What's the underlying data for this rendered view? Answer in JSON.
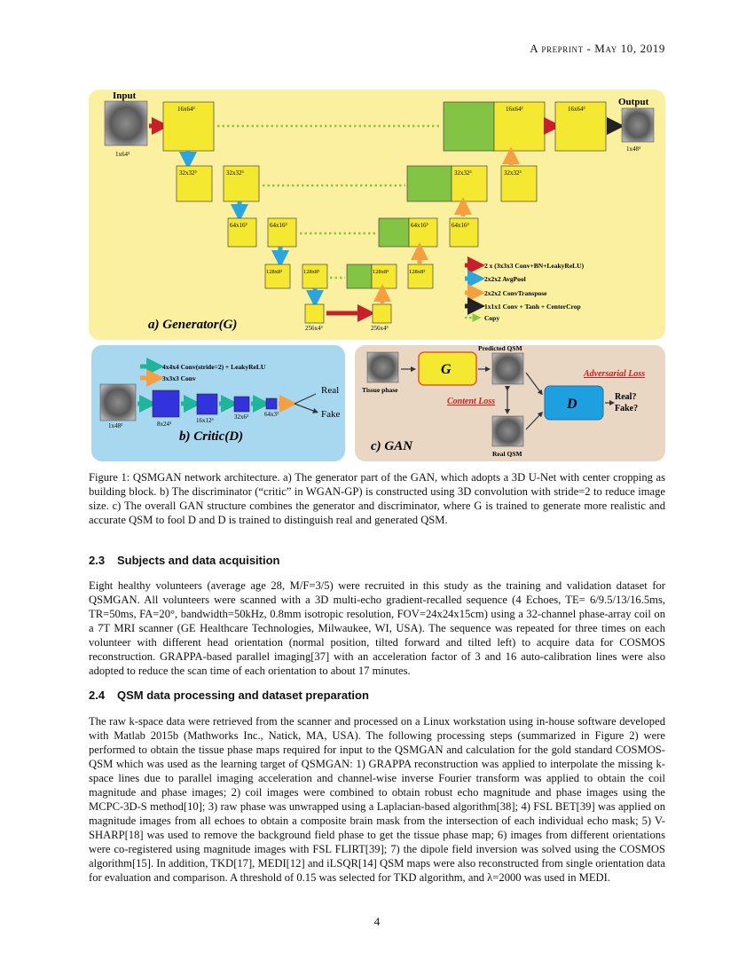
{
  "header": "A preprint - May 10, 2019",
  "figure": {
    "generator": {
      "input_label": "Input",
      "output_label": "Output",
      "input_dim": "1x64³",
      "output_dim": "1x48³",
      "blocks": {
        "l1_left": "16x64³",
        "l1_right_a": "16x64³",
        "l1_right_b": "16x64³",
        "l2_left_a": "32x32³",
        "l2_left_b": "32x32³",
        "l2_right_a": "32x32³",
        "l2_right_b": "32x32³",
        "l3_left_a": "64x16³",
        "l3_left_b": "64x16³",
        "l3_right_a": "64x16³",
        "l3_right_b": "64x16³",
        "l4_left_a": "128x8³",
        "l4_left_b": "128x8³",
        "l4_right_a": "128x8³",
        "l4_right_b": "128x8³",
        "b_left": "256x4³",
        "b_right": "256x4³"
      },
      "legend": [
        "2 x (3x3x3 Conv+BN+LeakyReLU)",
        "2x2x2 AvgPool",
        "2x2x2 ConvTranspose",
        "1x1x1 Conv + Tanh + CenterCrop",
        "Copy"
      ],
      "title": "a) Generator(G)"
    },
    "critic": {
      "legend": [
        "4x4x4 Conv(stride=2) + LeakyReLU",
        "3x3x3 Conv"
      ],
      "input_dim": "1x48³",
      "dims": [
        "8x24³",
        "16x12³",
        "32x6³",
        "64x3³"
      ],
      "real": "Real",
      "fake": "Fake",
      "title": "b) Critic(D)"
    },
    "gan": {
      "tissue_phase": "Tissue phase",
      "predicted_qsm": "Predicted QSM",
      "real_qsm": "Real QSM",
      "g": "G",
      "d": "D",
      "adversarial_loss": "Adversarial Loss",
      "content_loss": "Content Loss",
      "real_fake": "Real?\nFake?",
      "title": "c) GAN"
    },
    "colors": {
      "generator_bg": "#fbf0a0",
      "critic_bg": "#a8d8ef",
      "gan_bg": "#e9d6c3",
      "block_yellow": "#f5e830",
      "block_green": "#84c444",
      "block_blue": "#3333dd",
      "d_blue": "#1ea0e0"
    }
  },
  "caption": "Figure 1: QSMGAN network architecture. a) The generator part of the GAN, which adopts a 3D U-Net with center cropping as building block. b) The discriminator (“critic” in WGAN-GP) is constructed using 3D convolution with stride=2 to reduce image size. c) The overall GAN structure combines the generator and discriminator, where G is trained to generate more realistic and accurate QSM to fool D and D is trained to distinguish real and generated QSM.",
  "section_2_3": {
    "num": "2.3",
    "title": "Subjects and data acquisition"
  },
  "para_2_3": "Eight healthy volunteers (average age 28, M/F=3/5) were recruited in this study as the training and validation dataset for QSMGAN. All volunteers were scanned with a 3D multi-echo gradient-recalled sequence (4 Echoes, TE= 6/9.5/13/16.5ms, TR=50ms, FA=20°, bandwidth=50kHz, 0.8mm isotropic resolution, FOV=24x24x15cm) using a 32-channel phase-array coil on a 7T MRI scanner (GE Healthcare Technologies, Milwaukee, WI, USA). The sequence was repeated for three times on each volunteer with different head orientation (normal position, tilted forward and tilted left) to acquire data for COSMOS reconstruction. GRAPPA-based parallel imaging[37] with an acceleration factor of 3 and 16 auto-calibration lines were also adopted to reduce the scan time of each orientation to about 17 minutes.",
  "section_2_4": {
    "num": "2.4",
    "title": "QSM data processing and dataset preparation"
  },
  "para_2_4": "The raw k-space data were retrieved from the scanner and processed on a Linux workstation using in-house software developed with Matlab 2015b (Mathworks Inc., Natick, MA, USA). The following processing steps (summarized in Figure 2) were performed to obtain the tissue phase maps required for input to the QSMGAN and calculation for the gold standard COSMOS-QSM which was used as the learning target of QSMGAN: 1) GRAPPA reconstruction was applied to interpolate the missing k-space lines due to parallel imaging acceleration and channel-wise inverse Fourier transform was applied to obtain the coil magnitude and phase images; 2) coil images were combined to obtain robust echo magnitude and phase images using the MCPC-3D-S method[10]; 3) raw phase was unwrapped using a Laplacian-based algorithm[38]; 4) FSL BET[39] was applied on magnitude images from all echoes to obtain a composite brain mask from the intersection of each individual echo mask; 5) V-SHARP[18] was used to remove the background field phase to get the tissue phase map; 6) images from different orientations were co-registered using magnitude images with FSL FLIRT[39]; 7) the dipole field inversion was solved using the COSMOS algorithm[15]. In addition, TKD[17], MEDI[12] and iLSQR[14] QSM maps were also reconstructed from single orientation data for evaluation and comparison. A threshold of 0.15 was selected for TKD algorithm, and λ=2000 was used in MEDI.",
  "page_number": "4"
}
